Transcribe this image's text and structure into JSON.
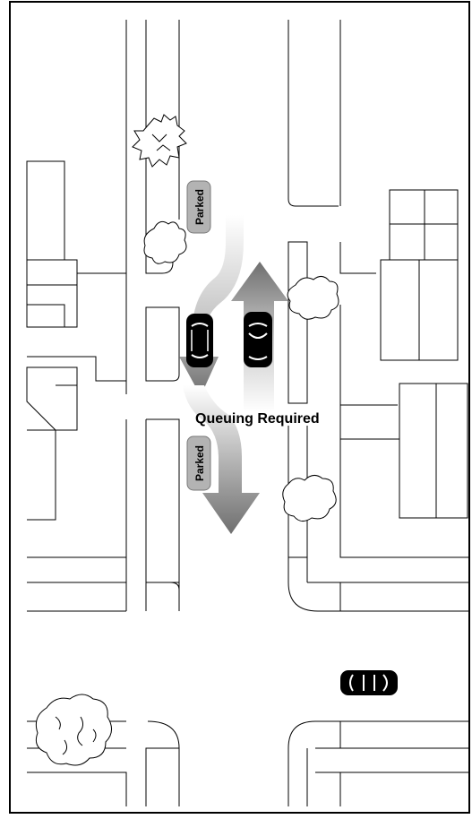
{
  "diagram": {
    "caption": "Queuing Required",
    "parked_labels": [
      "Parked",
      "Parked"
    ]
  },
  "colors": {
    "line": "#000000",
    "background": "#ffffff",
    "arrow_dark": "#7a7a7a",
    "arrow_light": "#e6e6e6",
    "car_black": "#000000",
    "parked_car": "#b3b3b3"
  }
}
